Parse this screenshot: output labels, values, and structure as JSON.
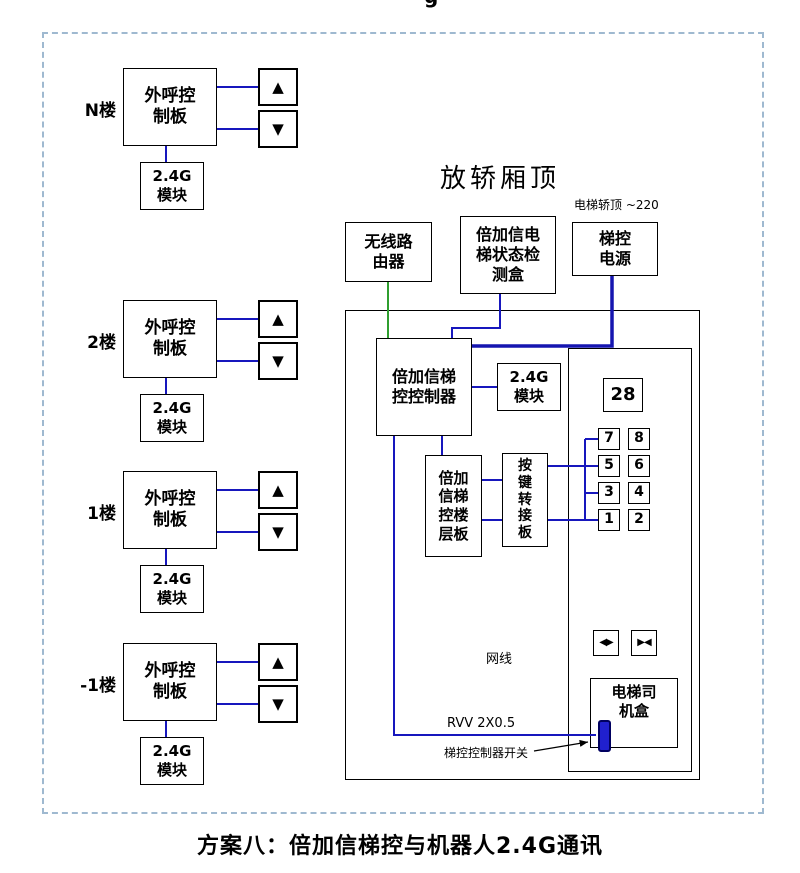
{
  "page": {
    "top_fragment": "g",
    "caption": "方案八：倍加信梯控与机器人2.4G通讯"
  },
  "arrows": {
    "up": "▲",
    "down": "▼"
  },
  "floors": [
    {
      "label": "N楼",
      "board": "外呼控\n制板",
      "module": "2.4G\n模块"
    },
    {
      "label": "2楼",
      "board": "外呼控\n制板",
      "module": "2.4G\n模块"
    },
    {
      "label": "1楼",
      "board": "外呼控\n制板",
      "module": "2.4G\n模块"
    },
    {
      "label": "-1楼",
      "board": "外呼控\n制板",
      "module": "2.4G\n模块"
    }
  ],
  "car_top": {
    "title": "放轿厢顶",
    "power_note": "电梯轿顶 ~220",
    "router": "无线路\n由器",
    "detector": "倍加信电\n梯状态检\n测盒",
    "power": "梯控\n电源",
    "controller": "倍加信梯\n控控制器",
    "module": "2.4G\n模块",
    "floor_board": "倍加\n信梯\n控楼\n层板",
    "adapter": "按\n键\n转\n接\n板",
    "display": "28",
    "keys": [
      "7",
      "8",
      "5",
      "6",
      "3",
      "4",
      "1",
      "2"
    ],
    "door_open": "◀▶",
    "door_close": "▶◀",
    "driver_box": "电梯司\n机盒",
    "net_label": "网线",
    "rvv_label": "RVV 2X0.5",
    "switch_label": "梯控控制器开关"
  },
  "colors": {
    "line_blue": "#1717bd",
    "line_green": "#2f9e2f",
    "switch_blue": "#2020cf",
    "border_dashed": "#9fb9d0"
  }
}
